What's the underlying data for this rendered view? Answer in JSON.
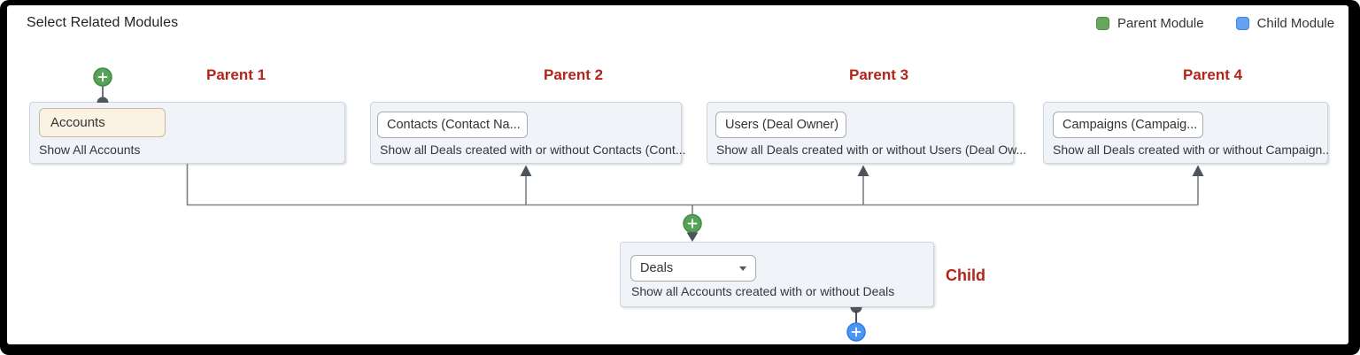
{
  "title": "Select Related Modules",
  "legend": {
    "parent_label": "Parent Module",
    "child_label": "Child Module",
    "parent_color": "#67a65c",
    "child_color": "#64a3f3"
  },
  "colors": {
    "label_red": "#b3241a",
    "connector_gray": "#7b8089",
    "arrow_dark": "#4d545c",
    "add_parent_green": "#57a258",
    "add_child_blue": "#4b96f3",
    "box_fill": "#f0f3f7",
    "primary_field_fill": "#faf3e4"
  },
  "icons": {
    "add_icon": "+",
    "dropdown_caret_icon": "▾"
  },
  "parents": [
    {
      "label": "Parent 1",
      "field": "Accounts",
      "description": "Show All Accounts"
    },
    {
      "label": "Parent 2",
      "field": "Contacts (Contact Na...",
      "description": "Show all Deals created with or without Contacts (Cont..."
    },
    {
      "label": "Parent 3",
      "field": "Users (Deal Owner)",
      "description": "Show all Deals created with or without Users (Deal Ow..."
    },
    {
      "label": "Parent 4",
      "field": "Campaigns (Campaig...",
      "description": "Show all Deals created with or without Campaign.."
    }
  ],
  "child": {
    "label": "Child",
    "field": "Deals",
    "description": "Show all Accounts created with or without Deals"
  }
}
